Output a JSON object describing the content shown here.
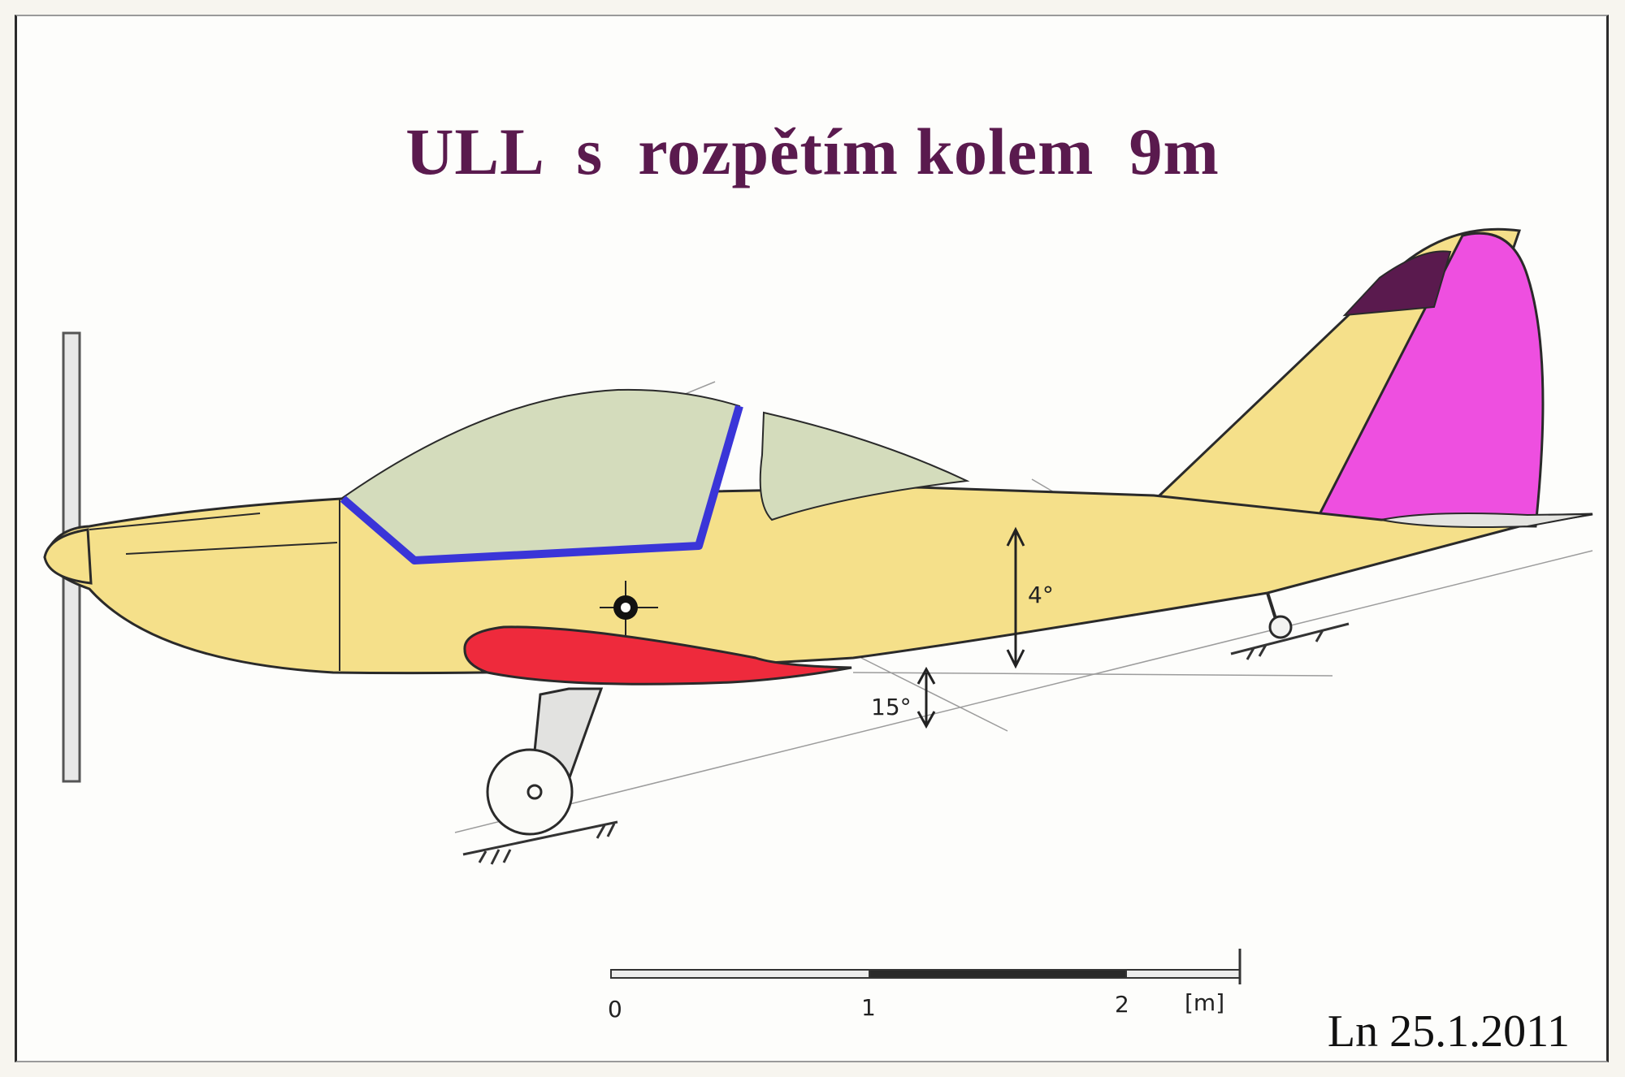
{
  "title": "ULL  s  rozpětím kolem  9m",
  "date": "Ln 25.1.2011",
  "annotations": {
    "wing_incidence": "4°",
    "ground_angle": "15°"
  },
  "scale": {
    "ticks": [
      "0",
      "1",
      "2"
    ],
    "unit": "[m]"
  },
  "colors": {
    "fuselage": "#f5e08a",
    "canopy": "#d4dcbc",
    "canopy_frame": "#3a35d8",
    "wing": "#ee2a3c",
    "rudder": "#ee4fe0",
    "rudder_tip": "#5a1a4e",
    "title": "#5a1a4e"
  }
}
